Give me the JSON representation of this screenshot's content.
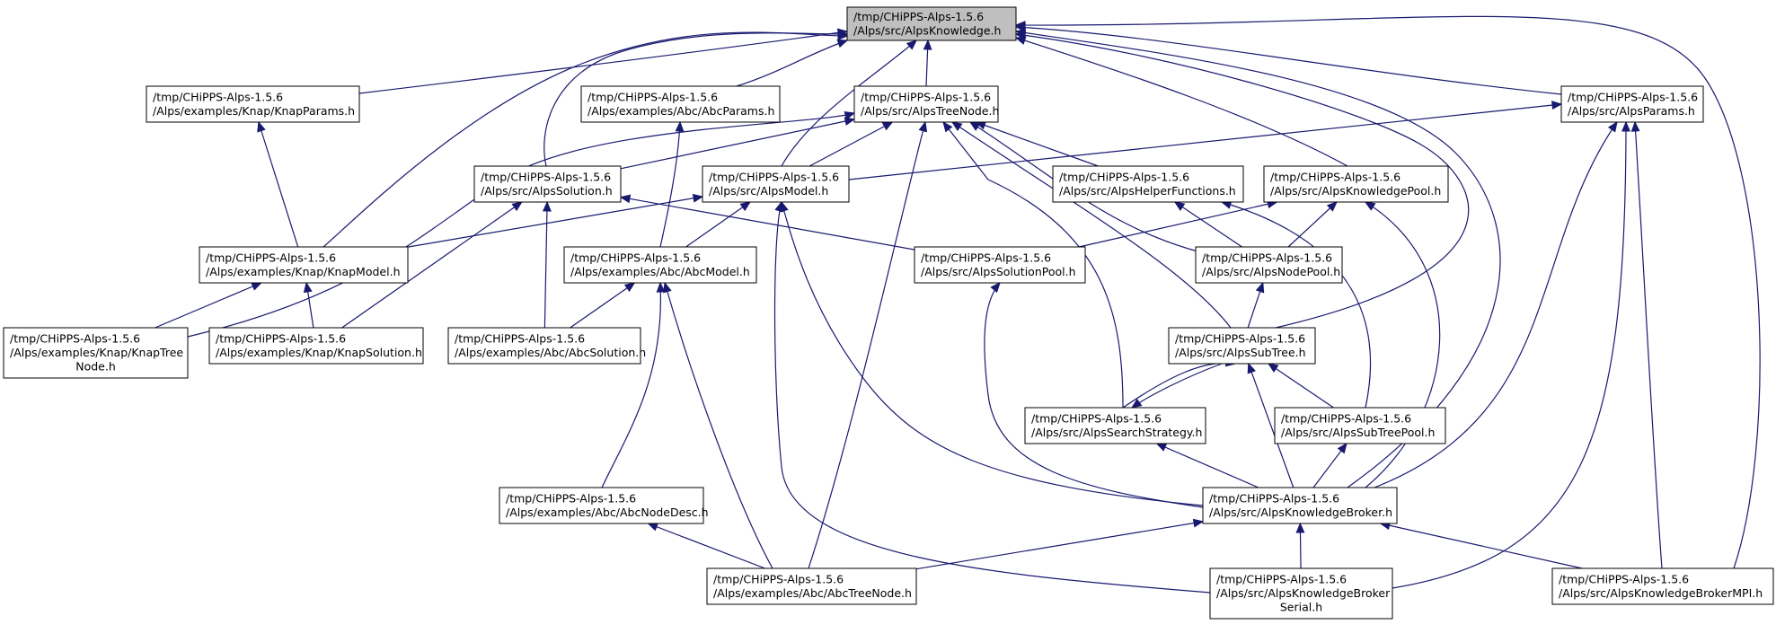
{
  "graph": {
    "title": "",
    "nodes": [
      {
        "id": "knowledge",
        "lines": [
          "/tmp/CHiPPS-Alps-1.5.6",
          "/Alps/src/AlpsKnowledge.h"
        ],
        "root": true
      },
      {
        "id": "knapparams",
        "lines": [
          "/tmp/CHiPPS-Alps-1.5.6",
          "/Alps/examples/Knap/KnapParams.h"
        ]
      },
      {
        "id": "abcparams",
        "lines": [
          "/tmp/CHiPPS-Alps-1.5.6",
          "/Alps/examples/Abc/AbcParams.h"
        ]
      },
      {
        "id": "treenode",
        "lines": [
          "/tmp/CHiPPS-Alps-1.5.6",
          "/Alps/src/AlpsTreeNode.h"
        ]
      },
      {
        "id": "params",
        "lines": [
          "/tmp/CHiPPS-Alps-1.5.6",
          "/Alps/src/AlpsParams.h"
        ]
      },
      {
        "id": "solution",
        "lines": [
          "/tmp/CHiPPS-Alps-1.5.6",
          "/Alps/src/AlpsSolution.h"
        ]
      },
      {
        "id": "model",
        "lines": [
          "/tmp/CHiPPS-Alps-1.5.6",
          "/Alps/src/AlpsModel.h"
        ]
      },
      {
        "id": "helper",
        "lines": [
          "/tmp/CHiPPS-Alps-1.5.6",
          "/Alps/src/AlpsHelperFunctions.h"
        ]
      },
      {
        "id": "kpool",
        "lines": [
          "/tmp/CHiPPS-Alps-1.5.6",
          "/Alps/src/AlpsKnowledgePool.h"
        ]
      },
      {
        "id": "knapmodel",
        "lines": [
          "/tmp/CHiPPS-Alps-1.5.6",
          "/Alps/examples/Knap/KnapModel.h"
        ]
      },
      {
        "id": "abcmodel",
        "lines": [
          "/tmp/CHiPPS-Alps-1.5.6",
          "/Alps/examples/Abc/AbcModel.h"
        ]
      },
      {
        "id": "solpool",
        "lines": [
          "/tmp/CHiPPS-Alps-1.5.6",
          "/Alps/src/AlpsSolutionPool.h"
        ]
      },
      {
        "id": "nodepool",
        "lines": [
          "/tmp/CHiPPS-Alps-1.5.6",
          "/Alps/src/AlpsNodePool.h"
        ]
      },
      {
        "id": "knaptree",
        "lines": [
          "/tmp/CHiPPS-Alps-1.5.6",
          "/Alps/examples/Knap/KnapTree",
          "Node.h"
        ]
      },
      {
        "id": "knapsol",
        "lines": [
          "/tmp/CHiPPS-Alps-1.5.6",
          "/Alps/examples/Knap/KnapSolution.h"
        ]
      },
      {
        "id": "abcsol",
        "lines": [
          "/tmp/CHiPPS-Alps-1.5.6",
          "/Alps/examples/Abc/AbcSolution.h"
        ]
      },
      {
        "id": "subtree",
        "lines": [
          "/tmp/CHiPPS-Alps-1.5.6",
          "/Alps/src/AlpsSubTree.h"
        ]
      },
      {
        "id": "search",
        "lines": [
          "/tmp/CHiPPS-Alps-1.5.6",
          "/Alps/src/AlpsSearchStrategy.h"
        ]
      },
      {
        "id": "stpool",
        "lines": [
          "/tmp/CHiPPS-Alps-1.5.6",
          "/Alps/src/AlpsSubTreePool.h"
        ]
      },
      {
        "id": "abcnodedesc",
        "lines": [
          "/tmp/CHiPPS-Alps-1.5.6",
          "/Alps/examples/Abc/AbcNodeDesc.h"
        ]
      },
      {
        "id": "broker",
        "lines": [
          "/tmp/CHiPPS-Alps-1.5.6",
          "/Alps/src/AlpsKnowledgeBroker.h"
        ]
      },
      {
        "id": "abctree",
        "lines": [
          "/tmp/CHiPPS-Alps-1.5.6",
          "/Alps/examples/Abc/AbcTreeNode.h"
        ]
      },
      {
        "id": "serial",
        "lines": [
          "/tmp/CHiPPS-Alps-1.5.6",
          "/Alps/src/AlpsKnowledgeBroker",
          "Serial.h"
        ]
      },
      {
        "id": "mpi",
        "lines": [
          "/tmp/CHiPPS-Alps-1.5.6",
          "/Alps/src/AlpsKnowledgeBrokerMPI.h"
        ]
      }
    ],
    "edges": [
      {
        "from": "knapparams",
        "to": "knowledge"
      },
      {
        "from": "abcparams",
        "to": "knowledge"
      },
      {
        "from": "treenode",
        "to": "knowledge"
      },
      {
        "from": "params",
        "to": "knowledge"
      },
      {
        "from": "solution",
        "to": "knowledge"
      },
      {
        "from": "model",
        "to": "knowledge"
      },
      {
        "from": "kpool",
        "to": "knowledge"
      },
      {
        "from": "knapmodel",
        "to": "knowledge"
      },
      {
        "from": "subtree",
        "to": "knowledge"
      },
      {
        "from": "broker",
        "to": "knowledge"
      },
      {
        "from": "mpi",
        "to": "knowledge"
      },
      {
        "from": "knapmodel",
        "to": "knapparams"
      },
      {
        "from": "abcmodel",
        "to": "abcparams"
      },
      {
        "from": "solution",
        "to": "treenode"
      },
      {
        "from": "model",
        "to": "treenode"
      },
      {
        "from": "helper",
        "to": "treenode"
      },
      {
        "from": "nodepool",
        "to": "treenode"
      },
      {
        "from": "subtree",
        "to": "treenode"
      },
      {
        "from": "search",
        "to": "treenode"
      },
      {
        "from": "abctree",
        "to": "treenode"
      },
      {
        "from": "knaptree",
        "to": "treenode"
      },
      {
        "from": "model",
        "to": "params"
      },
      {
        "from": "broker",
        "to": "params"
      },
      {
        "from": "serial",
        "to": "params"
      },
      {
        "from": "mpi",
        "to": "params"
      },
      {
        "from": "knapsol",
        "to": "solution"
      },
      {
        "from": "abcsol",
        "to": "solution"
      },
      {
        "from": "solpool",
        "to": "solution"
      },
      {
        "from": "knapmodel",
        "to": "model"
      },
      {
        "from": "abcmodel",
        "to": "model"
      },
      {
        "from": "broker",
        "to": "model"
      },
      {
        "from": "serial",
        "to": "model"
      },
      {
        "from": "nodepool",
        "to": "helper"
      },
      {
        "from": "stpool",
        "to": "helper"
      },
      {
        "from": "solpool",
        "to": "kpool"
      },
      {
        "from": "nodepool",
        "to": "kpool"
      },
      {
        "from": "broker",
        "to": "kpool"
      },
      {
        "from": "knaptree",
        "to": "knapmodel"
      },
      {
        "from": "knapsol",
        "to": "knapmodel"
      },
      {
        "from": "abcsol",
        "to": "abcmodel"
      },
      {
        "from": "abctree",
        "to": "abcmodel"
      },
      {
        "from": "abcnodedesc",
        "to": "abcmodel"
      },
      {
        "from": "broker",
        "to": "solpool"
      },
      {
        "from": "subtree",
        "to": "nodepool"
      },
      {
        "from": "search",
        "to": "subtree"
      },
      {
        "from": "stpool",
        "to": "subtree"
      },
      {
        "from": "broker",
        "to": "subtree"
      },
      {
        "from": "subtree",
        "to": "search"
      },
      {
        "from": "broker",
        "to": "search"
      },
      {
        "from": "broker",
        "to": "stpool"
      },
      {
        "from": "abctree",
        "to": "abcnodedesc"
      },
      {
        "from": "abctree",
        "to": "broker"
      },
      {
        "from": "serial",
        "to": "broker"
      },
      {
        "from": "mpi",
        "to": "broker"
      }
    ]
  },
  "colors": {
    "edge": "#191970",
    "root_fill": "#bfbfbf",
    "node_fill": "#ffffff",
    "border": "#000000"
  }
}
